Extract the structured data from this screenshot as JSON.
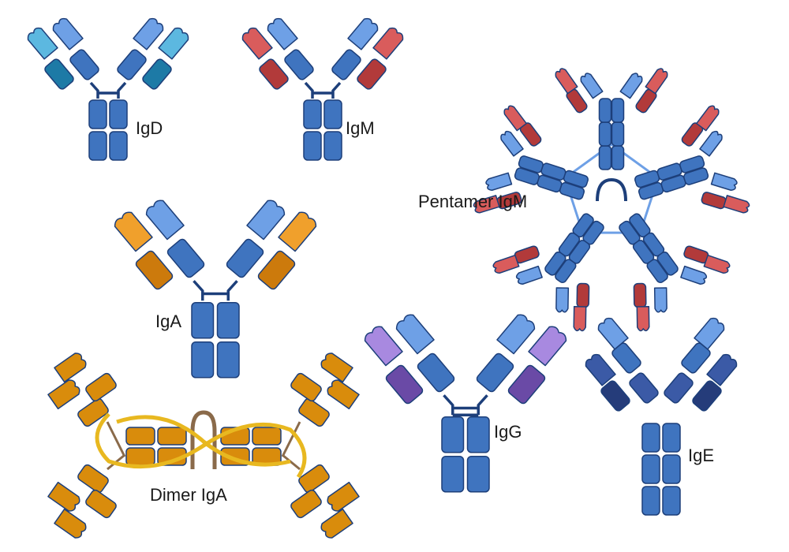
{
  "labels": {
    "igd": "IgD",
    "igm": "IgM",
    "pentamer": "Pentamer IgM",
    "iga": "IgA",
    "dimer": "Dimer IgA",
    "igg": "IgG",
    "ige": "IgE"
  },
  "colors": {
    "heavy_blue": "#3f74bf",
    "heavy_stroke": "#1d3f7a",
    "variable_light_blue": "#6ea0e6",
    "igd_light": "#5cb8e0",
    "igd_light_dark": "#1d7aa6",
    "igm_light": "#d95c5c",
    "igm_light_dark": "#b23a3a",
    "iga_light": "#f0a02c",
    "iga_light_dark": "#cc7a0c",
    "igg_light": "#a889e0",
    "igg_light_dark": "#6a4aa6",
    "ige_heavy": "#3b5aa6",
    "ige_heavy_dark": "#253c7a",
    "dimer_color": "#d98c0c",
    "j_chain": "#e8b820",
    "hinge": "#1d3f7a",
    "pentamer_link": "#6ea0e6",
    "secretory_piece": "#8a6a4a"
  }
}
